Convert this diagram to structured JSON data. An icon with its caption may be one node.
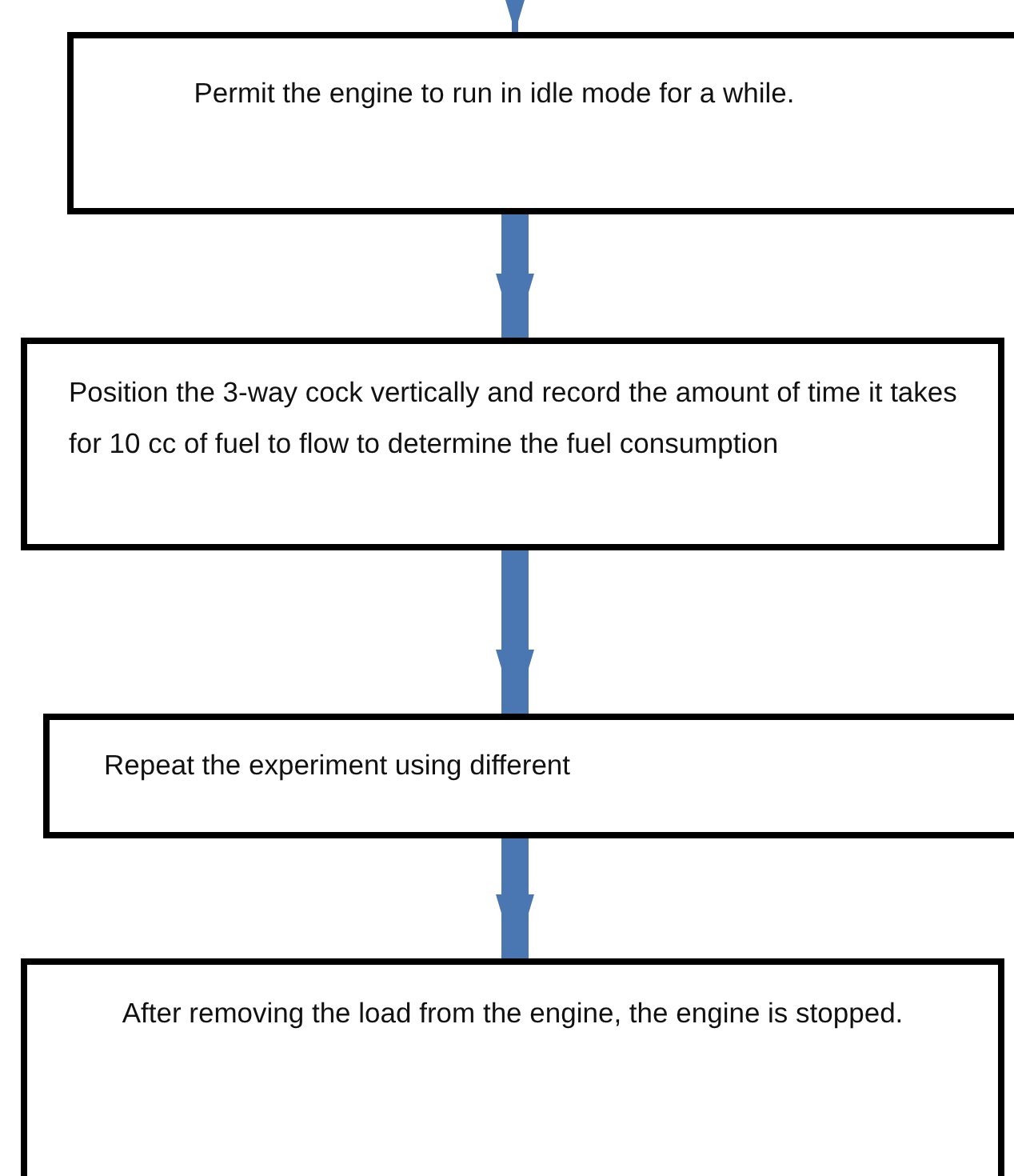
{
  "diagram": {
    "nodes": [
      {
        "text": [
          "Permit the engine to run in idle mode for a while."
        ]
      },
      {
        "text": [
          "Position the 3-way cock vertically and record the amount of time it takes for 10 cc of fuel to flow to determine the fuel consumption"
        ]
      },
      {
        "text": [
          "Repeat the experiment using different"
        ]
      },
      {
        "text": [
          "After removing the load from the engine, the engine is stopped."
        ]
      }
    ],
    "edges": [
      {
        "from": null,
        "to": 0,
        "arrow": "to"
      },
      {
        "from": 0,
        "to": 1,
        "arrow": "to"
      },
      {
        "from": 1,
        "to": 2,
        "arrow": "to"
      },
      {
        "from": 2,
        "to": 3,
        "arrow": "to"
      }
    ]
  }
}
